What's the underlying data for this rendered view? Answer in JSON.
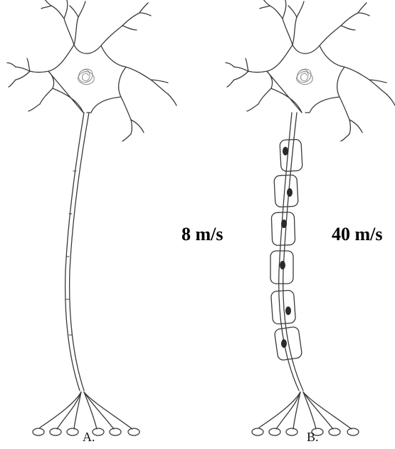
{
  "neurons": [
    {
      "id": "A",
      "label": "A.",
      "speed": "8 m/s",
      "myelinated": false
    },
    {
      "id": "B",
      "label": "B.",
      "speed": "40 m/s",
      "myelinated": true
    }
  ],
  "colors": {
    "line": "#3a3a3a",
    "nucleus": "#888888",
    "schwann_nucleus": "#2a2a2a",
    "background": "#ffffff"
  }
}
